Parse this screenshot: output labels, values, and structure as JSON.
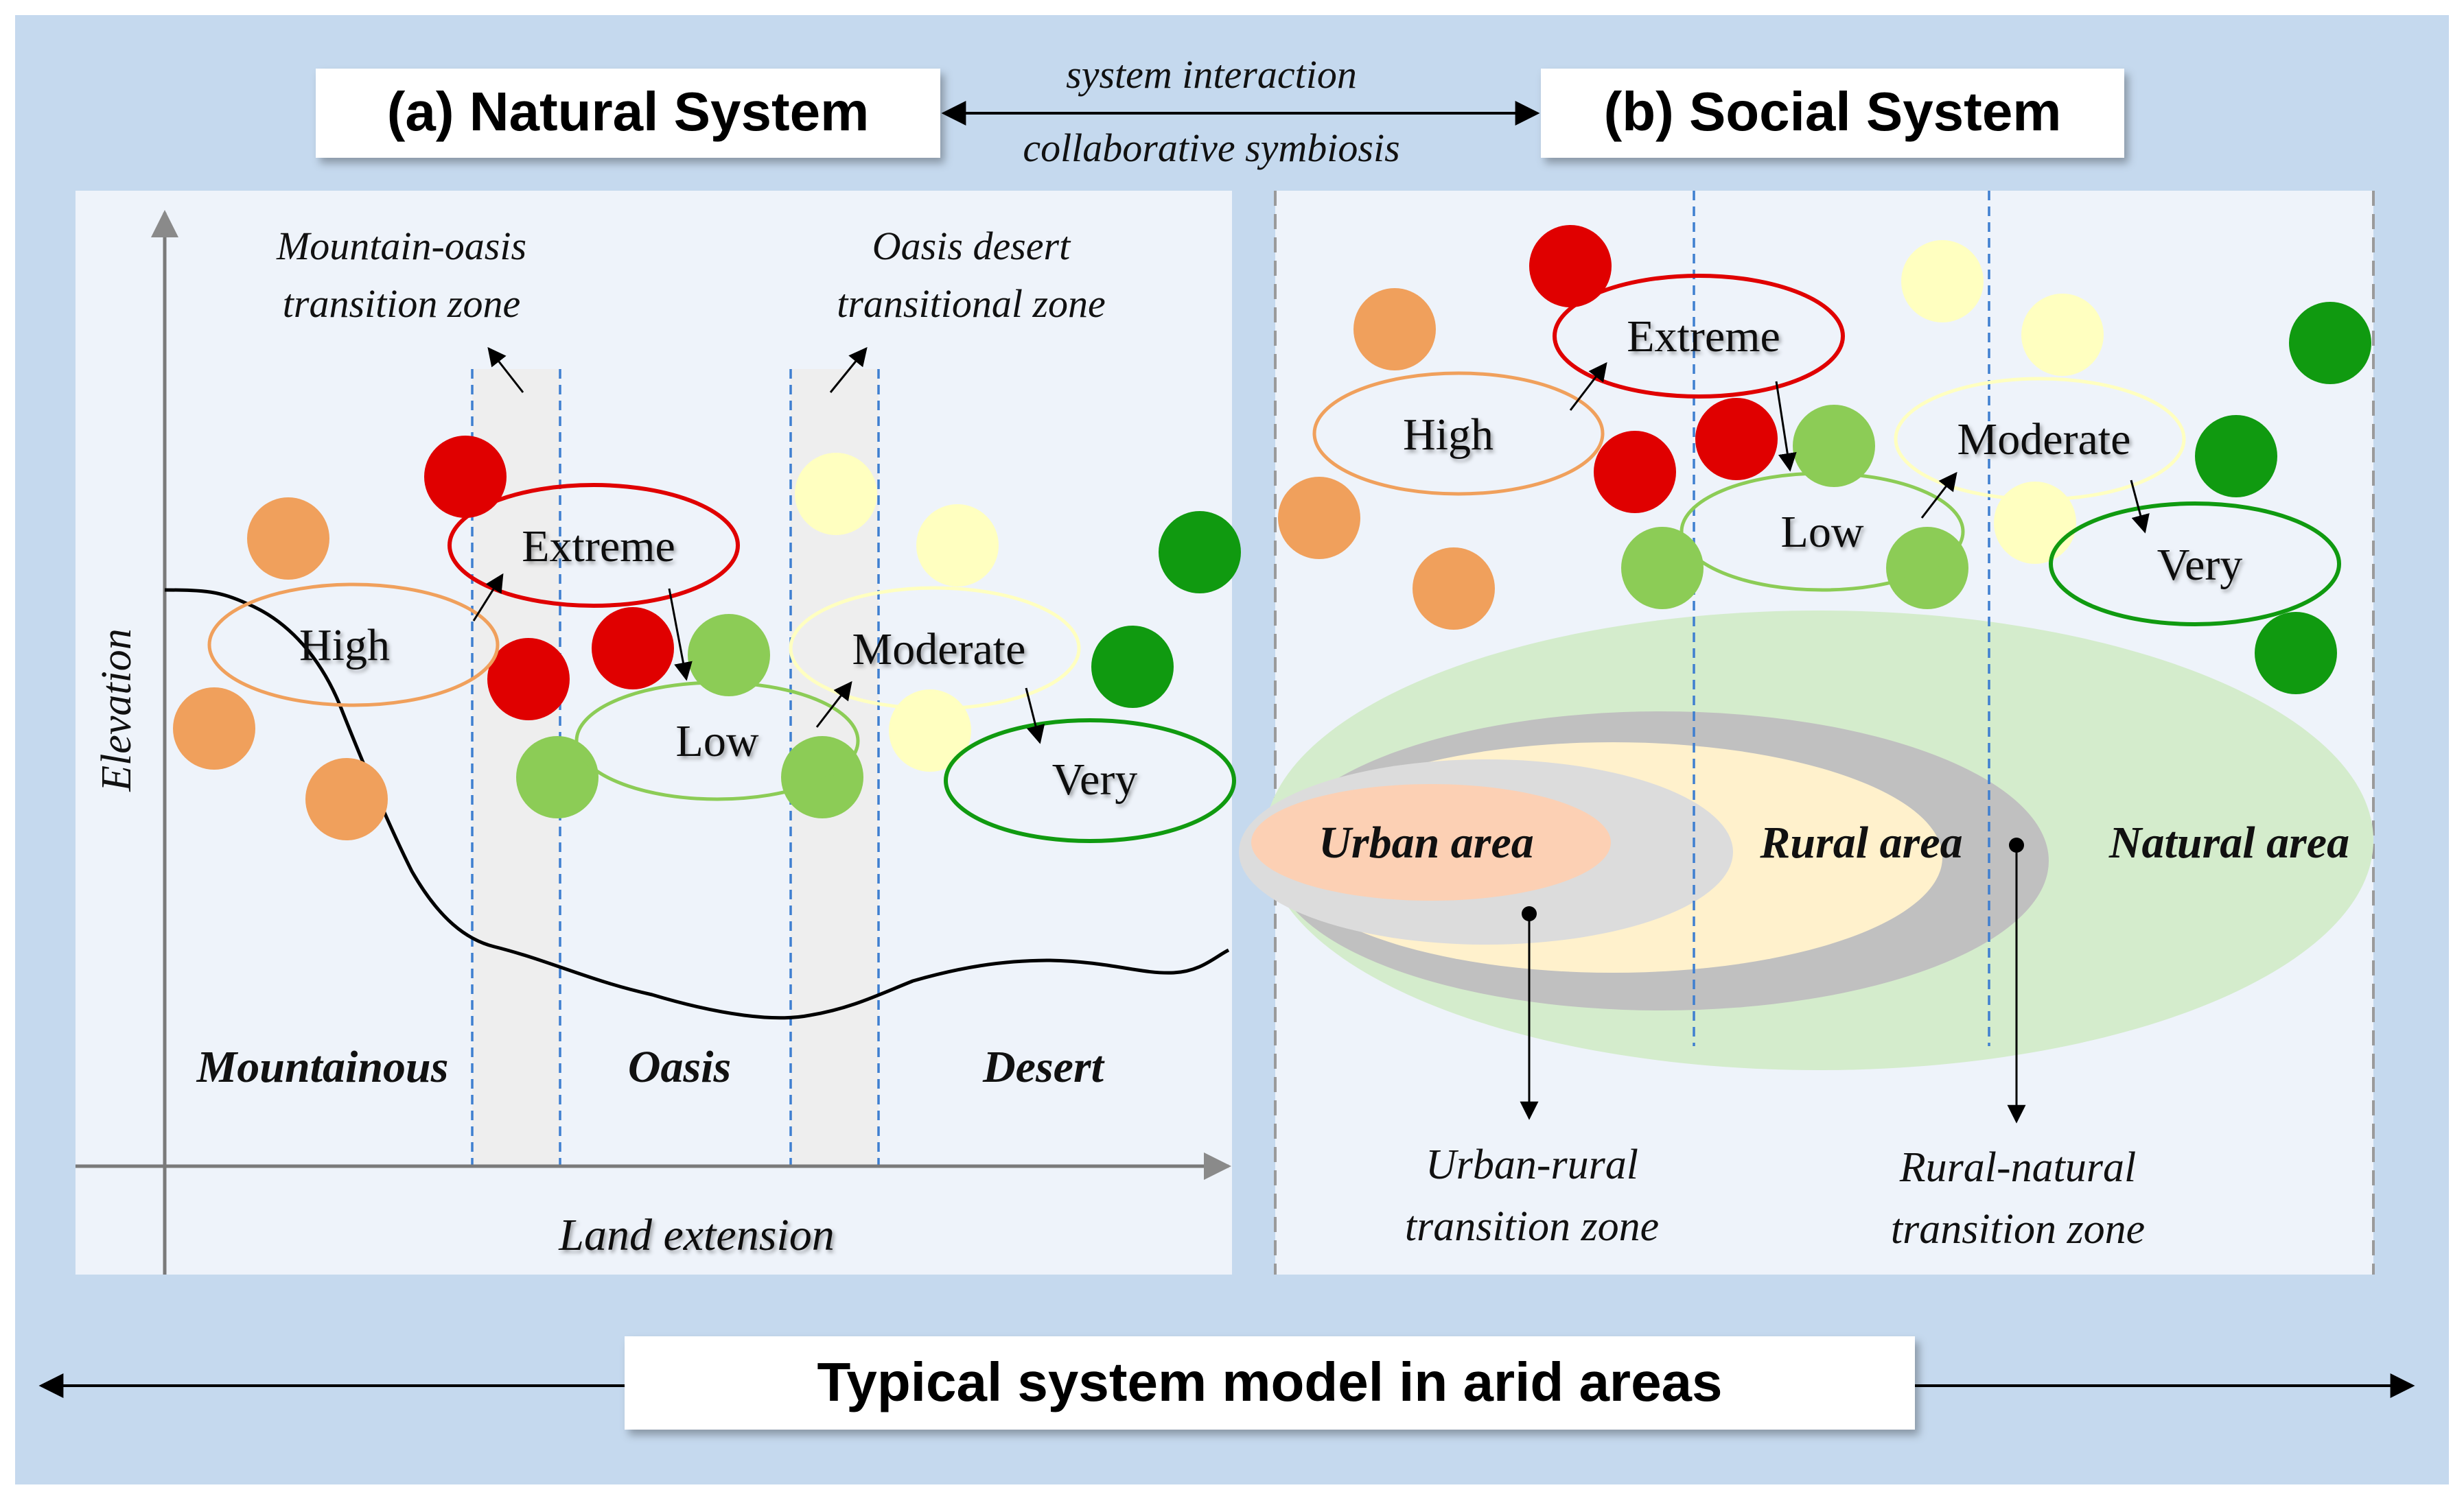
{
  "header": {
    "natural_title": "(a) Natural System",
    "social_title": "(b) Social System",
    "interaction_top": "system interaction",
    "interaction_bottom": "collaborative symbiosis"
  },
  "natural": {
    "zone1_line1": "Mountain-oasis",
    "zone1_line2": "transition zone",
    "zone2_line1": "Oasis desert",
    "zone2_line2": "transitional zone",
    "y_axis": "Elevation",
    "x_axis": "Land extension",
    "regions": [
      "Mountainous",
      "Oasis",
      "Desert"
    ],
    "levels": {
      "high": "High",
      "extreme": "Extreme",
      "low": "Low",
      "moderate": "Moderate",
      "very": "Very"
    }
  },
  "social": {
    "levels": {
      "high": "High",
      "extreme": "Extreme",
      "low": "Low",
      "moderate": "Moderate",
      "very": "Very"
    },
    "areas": {
      "urban": "Urban area",
      "rural": "Rural area",
      "natural": "Natural area"
    },
    "zone1_line1": "Urban-rural",
    "zone1_line2": "transition zone",
    "zone2_line1": "Rural-natural",
    "zone2_line2": "transition zone"
  },
  "footer": {
    "title": "Typical system model in arid areas"
  },
  "colors": {
    "background": "#c5d9ee",
    "panel": "#eef3fa",
    "high": "#f0a05c",
    "extreme": "#e00000",
    "low": "#8ccc56",
    "moderate": "#ffffc0",
    "very": "#109a10",
    "urban": "#fcd0b4",
    "rural": "#fff1cc",
    "transition": "#c0c0c0",
    "natural_area": "#d4eccc"
  }
}
